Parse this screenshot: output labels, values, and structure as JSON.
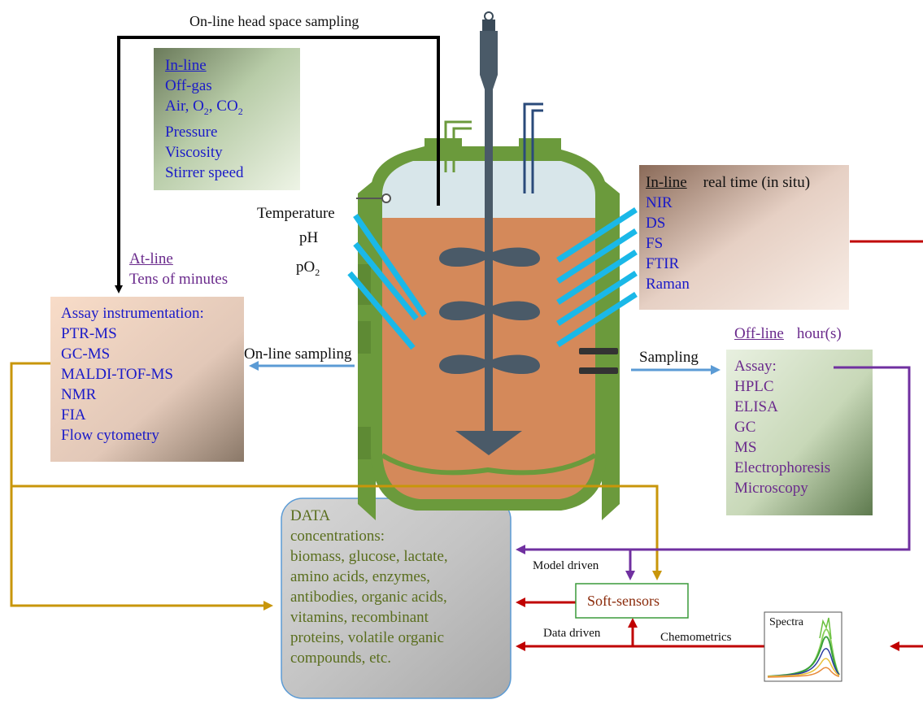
{
  "headspace_label": "On-line head space sampling",
  "inline_top": {
    "title": "In-line",
    "items": [
      "Off-gas",
      "Pressure",
      "Viscosity",
      "Stirrer speed"
    ],
    "gas_line": {
      "air": "Air, O",
      "o2_sub": "2",
      "sep": ", CO",
      "co2_sub": "2"
    }
  },
  "probes": {
    "temperature": "Temperature",
    "ph": "pH",
    "po2": "pO",
    "po2_sub": "2"
  },
  "atline": {
    "title": "At-line",
    "subtitle": "Tens of minutes"
  },
  "assay_instr": {
    "title": "Assay instrumentation:",
    "items": [
      "PTR-MS",
      "GC-MS",
      "MALDI-TOF-MS",
      "NMR",
      "FIA",
      "Flow cytometry"
    ]
  },
  "online_sampling": "On-line sampling",
  "inline_right": {
    "title": "In-line",
    "subtitle": "real time (in situ)",
    "items": [
      "NIR",
      "DS",
      "FS",
      "FTIR",
      "Raman"
    ]
  },
  "offline": {
    "title": "Off-line",
    "subtitle": "hour(s)"
  },
  "sampling": "Sampling",
  "assay": {
    "title": "Assay:",
    "items": [
      "HPLC",
      "ELISA",
      "GC",
      "MS",
      "Electrophoresis",
      "Microscopy"
    ]
  },
  "data_box": {
    "title": "DATA",
    "lines": [
      "concentrations:",
      "biomass, glucose, lactate,",
      "amino acids, enzymes,",
      "antibodies, organic acids,",
      "vitamins, recombinant",
      "proteins, volatile organic",
      "compounds, etc."
    ]
  },
  "model_driven": "Model driven",
  "soft_sensors": "Soft-sensors",
  "data_driven": "Data driven",
  "chemometrics": "Chemometrics",
  "spectra": "Spectra",
  "colors": {
    "black_line": "#000000",
    "gold_line": "#c8960a",
    "purple_line": "#7030a0",
    "red_line": "#c00000",
    "blue_arrow": "#5b9bd5",
    "probe": "#1ab8e8",
    "vessel_green": "#6b9a3c",
    "broth": "#d4895a"
  }
}
